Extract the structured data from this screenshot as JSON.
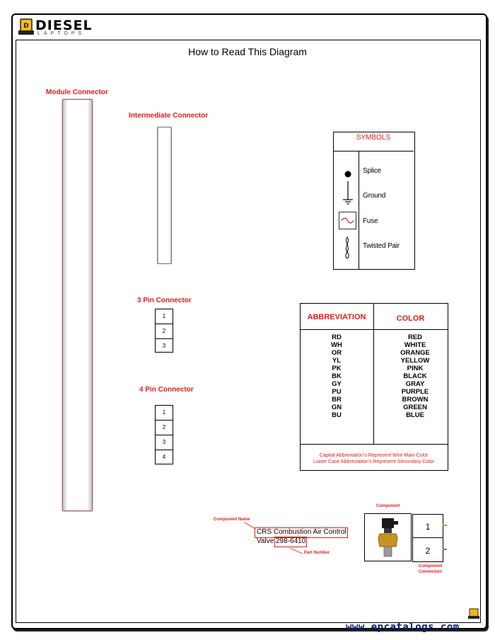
{
  "header": {
    "brand": "DIESEL",
    "brand_sub": "LAPTOPS"
  },
  "title": "How to Read This Diagram",
  "module_connector": {
    "label": "Module Connector"
  },
  "intermediate_connector": {
    "label": "Intermediate Connector"
  },
  "three_pin": {
    "label": "3 Pin Connector",
    "pins": [
      "1",
      "2",
      "3"
    ]
  },
  "four_pin": {
    "label": "4 Pin Connector",
    "pins": [
      "1",
      "2",
      "3",
      "4"
    ]
  },
  "symbols": {
    "header": "SYMBOLS",
    "items": [
      "Splice",
      "Ground",
      "Fuse",
      "Twisted Pair"
    ]
  },
  "abbreviations": {
    "header_abbr": "ABBREVIATION",
    "header_color": "COLOR",
    "rows": [
      {
        "abbr": "RD",
        "color": "RED"
      },
      {
        "abbr": "WH",
        "color": "WHITE"
      },
      {
        "abbr": "OR",
        "color": "ORANGE"
      },
      {
        "abbr": "YL",
        "color": "YELLOW"
      },
      {
        "abbr": "PK",
        "color": "PINK"
      },
      {
        "abbr": "BK",
        "color": "BLACK"
      },
      {
        "abbr": "GY",
        "color": "GRAY"
      },
      {
        "abbr": "PU",
        "color": "PURPLE"
      },
      {
        "abbr": "BR",
        "color": "BROWN"
      },
      {
        "abbr": "GN",
        "color": "GREEN"
      },
      {
        "abbr": "BU",
        "color": "BLUE"
      }
    ],
    "note1": "Capital Abbreviation's Represent Wire Main Color",
    "note2": "Lower Case Abbreviation's Represent Secondary Color"
  },
  "component_example": {
    "component_name_label": "Component Name",
    "name_line1": "CRS Combustion Air Control",
    "name_line2_prefix": "Valve",
    "part_number": "298-6410",
    "part_number_label": "Part Number",
    "component_label": "Component",
    "pins": [
      "1",
      "2"
    ],
    "connection_label_1": "Component",
    "connection_label_2": "Connection"
  },
  "watermark": "www.epcatalogs.com",
  "colors": {
    "label_red": "#e41b1b",
    "wire_orange": "#d98a2b",
    "wire_gray": "#777777",
    "logo_yellow": "#f3b81d"
  }
}
